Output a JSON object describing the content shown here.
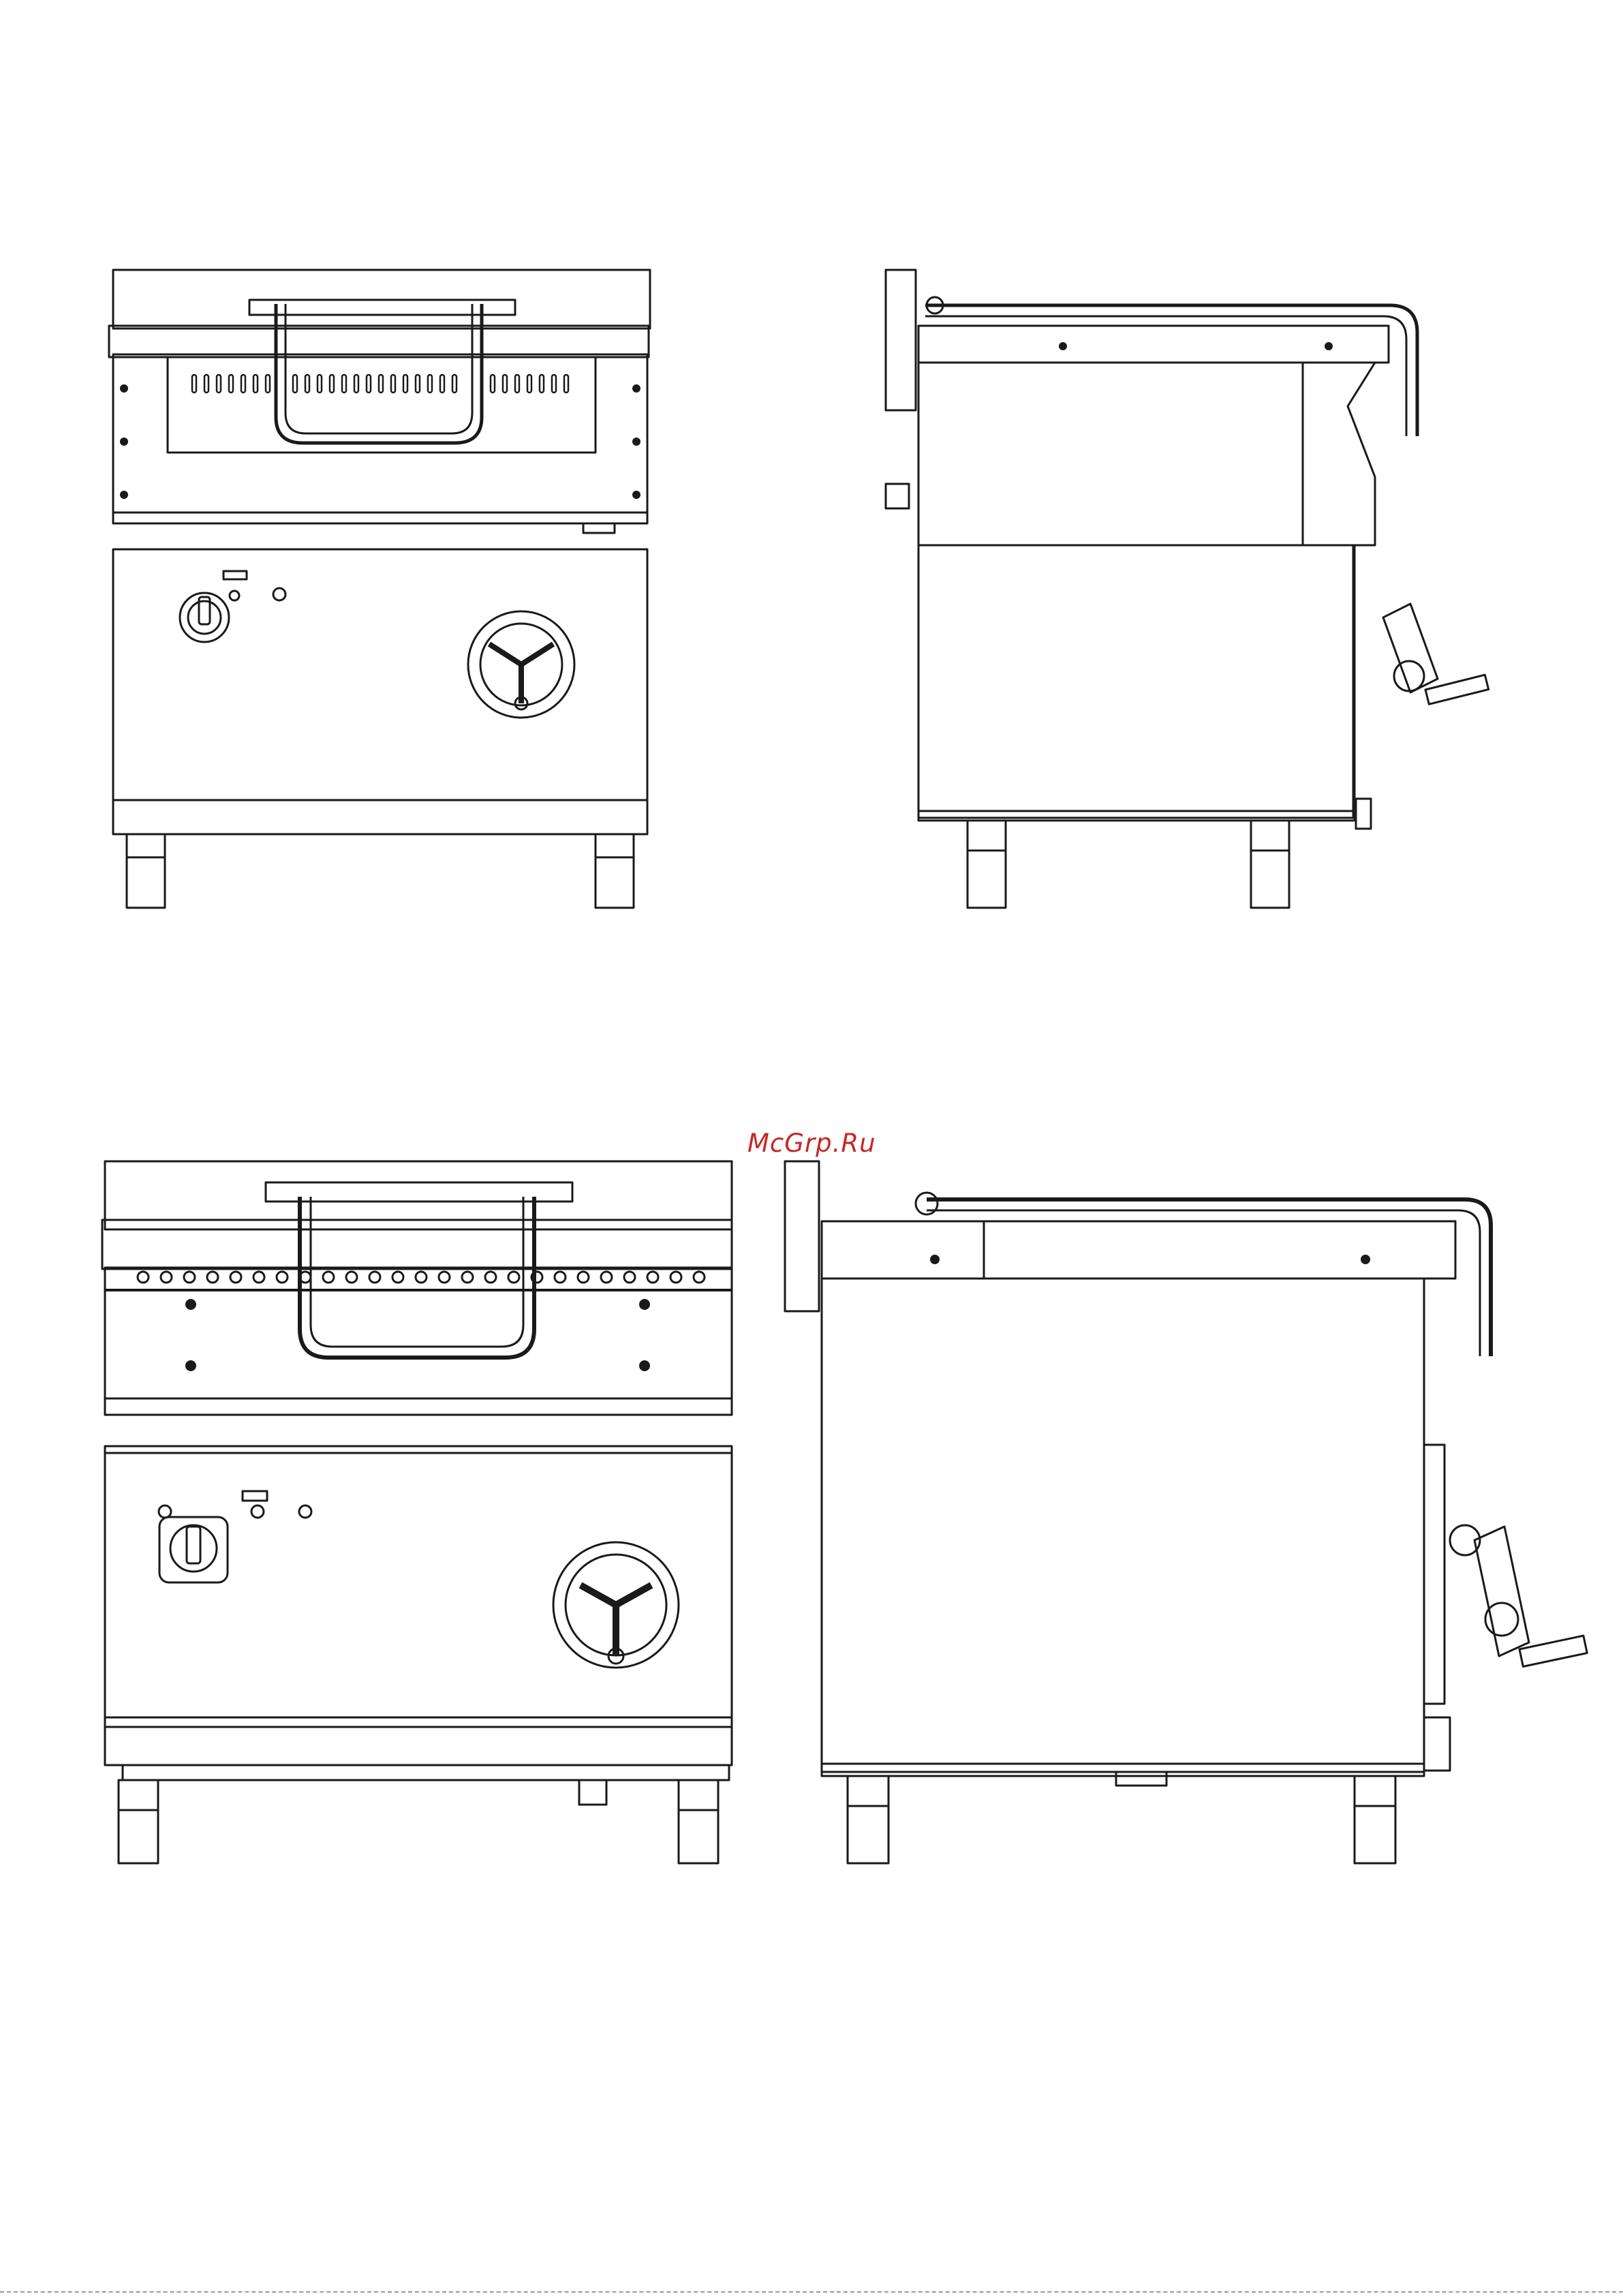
{
  "watermark": {
    "text": "McGrp.Ru",
    "color": "#c62828"
  },
  "line_color": "#1a1a1a",
  "views": [
    {
      "name": "front-view-small"
    },
    {
      "name": "side-view-small"
    },
    {
      "name": "front-view-large"
    },
    {
      "name": "side-view-large"
    }
  ]
}
